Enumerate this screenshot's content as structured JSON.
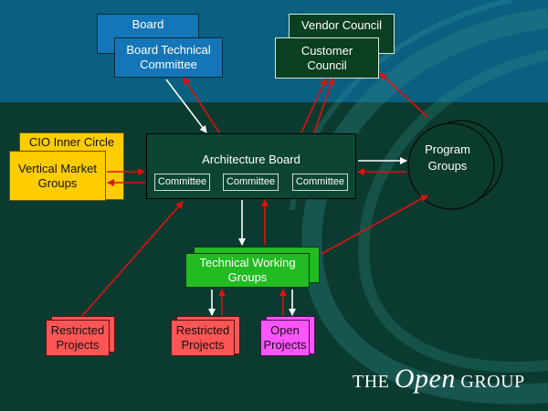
{
  "boxes": {
    "board": "Board",
    "board_technical_committee": [
      "Board Technical",
      "Committee"
    ],
    "vendor_council": "Vendor Council",
    "customer_council": [
      "Customer",
      "Council"
    ],
    "cio_inner_circle": "CIO Inner Circle",
    "vertical_market_groups": [
      "Vertical Market",
      "Groups"
    ],
    "architecture_board": "Architecture Board",
    "committees": [
      "Committee",
      "Committee",
      "Committee"
    ],
    "program_groups": [
      "Program",
      "Groups"
    ],
    "technical_working_groups": [
      "Technical Working",
      "Groups"
    ],
    "restricted_projects_left": [
      "Restricted",
      "Projects"
    ],
    "restricted_projects_center": [
      "Restricted",
      "Projects"
    ],
    "open_projects": [
      "Open",
      "Projects"
    ]
  },
  "logo": {
    "prefix": "THE ",
    "open": "Open",
    "suffix": " GROUP"
  },
  "colors": {
    "arrow_red": "#e01010",
    "arrow_white": "#ffffff",
    "sky": "#0a6080",
    "ground": "#0b3b30"
  }
}
